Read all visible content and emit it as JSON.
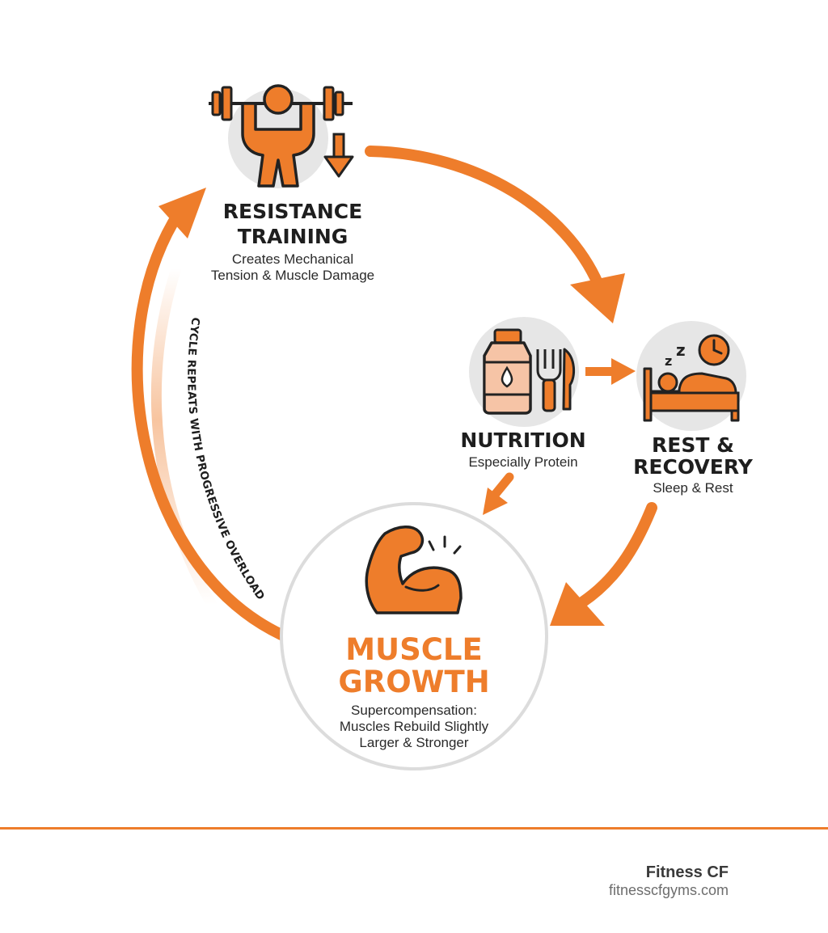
{
  "colors": {
    "accent": "#EE7D2B",
    "dark": "#222222",
    "circle_bg": "#E6E6E6",
    "ring": "#DCDCDC",
    "light_fill": "#F6C4A6",
    "footer_line": "#EE7D2B"
  },
  "icons": [
    "barbell-squat-icon",
    "down-arrow-icon",
    "supplement-bottle-icon",
    "fork-icon",
    "knife-icon",
    "bed-sleep-icon",
    "clock-icon",
    "flexed-bicep-icon"
  ],
  "nodes": {
    "training": {
      "title_line1": "RESISTANCE",
      "title_line2": "TRAINING",
      "sub_line1": "Creates Mechanical",
      "sub_line2": "Tension & Muscle Damage"
    },
    "nutrition": {
      "title": "NUTRITION",
      "sub": "Especially Protein"
    },
    "recovery": {
      "title_line1": "REST &",
      "title_line2": "RECOVERY",
      "sub": "Sleep & Rest"
    },
    "growth": {
      "title_line1": "MUSCLE",
      "title_line2": "GROWTH",
      "sub_line1": "Supercompensation:",
      "sub_line2": "Muscles Rebuild Slightly",
      "sub_line3": "Larger & Stronger"
    }
  },
  "cycle_label": "CYCLE REPEATS WITH PROGRESSIVE OVERLOAD",
  "footer": {
    "brand": "Fitness CF",
    "url": "fitnesscfgyms.com"
  }
}
